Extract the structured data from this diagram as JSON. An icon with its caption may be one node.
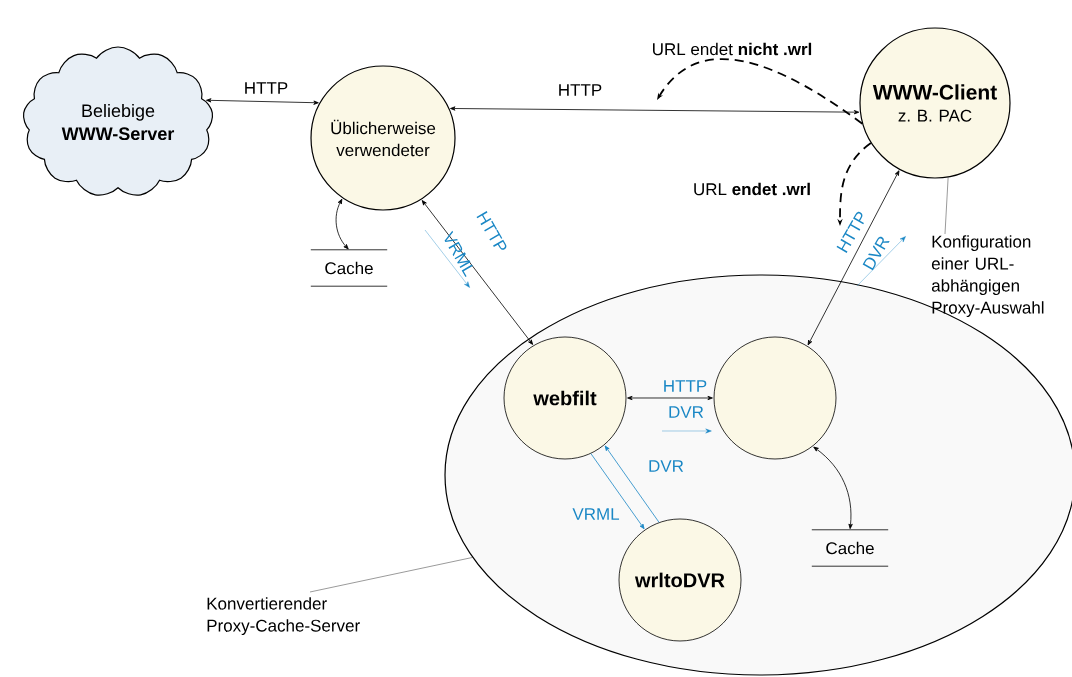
{
  "diagram": {
    "nodes": [
      {
        "text": [
          "Beliebige **WWW-Server**"
        ]
      },
      {
        "text": [
          "Üblicherweise verwendeter"
        ]
      },
      {
        "text": [
          "Cache"
        ]
      },
      {
        "text": [
          "WWW-Client",
          "z. B. PAC"
        ]
      },
      {
        "text": [],
        "shape": "ellipse"
      },
      {
        "text": [
          "webfilt"
        ],
        "in": 4
      },
      {
        "text": [],
        "shape": "circle",
        "in": 4
      },
      {
        "text": [
          "wrltoDVR"
        ],
        "in": 4
      },
      {
        "text": [
          "Cache"
        ],
        "in": 4
      },
      {
        "text": [
          "Konfiguration einer URL-abhängigen Proxy-Auswahl"
        ]
      },
      {
        "text": [
          "Konvertierender Proxy-Cache-Server"
        ]
      }
    ],
    "edges": [
      {
        "from": 0,
        "to": 1,
        "arrow": "both",
        "label": "HTTP"
      },
      {
        "from": 1,
        "to": 3,
        "arrow": "both",
        "label": "HTTP"
      },
      {
        "from": 1,
        "to": 2,
        "arrow": "both"
      },
      {
        "from": 1,
        "to": 5,
        "arrow": "both",
        "label": "HTTP"
      },
      {
        "from": 3,
        "to": 6,
        "arrow": "both",
        "label": "HTTP"
      },
      {
        "from": 5,
        "to": 6,
        "arrow": "both",
        "label": "HTTP"
      },
      {
        "from": 5,
        "to": 7,
        "arrow": "to",
        "label": "VRML",
        "color": "#1a87c5"
      },
      {
        "from": 7,
        "to": 5,
        "arrow": "to",
        "label": "DVR",
        "color": "#1a87c5"
      },
      {
        "from": 6,
        "to": 8,
        "arrow": "both"
      },
      {
        "from": 3,
        "to": null,
        "arrow": "to",
        "style": "dashed",
        "label": "URL endet **nicht .wrl**"
      },
      {
        "from": 3,
        "to": null,
        "arrow": "to",
        "style": "dashed",
        "label": "URL **endet .wrl**"
      },
      {
        "from": 9,
        "to": 3,
        "arrow": "none"
      },
      {
        "from": 10,
        "to": 4,
        "arrow": "none"
      }
    ],
    "labels": [
      "VRML",
      "DVR",
      "DVR"
    ]
  }
}
